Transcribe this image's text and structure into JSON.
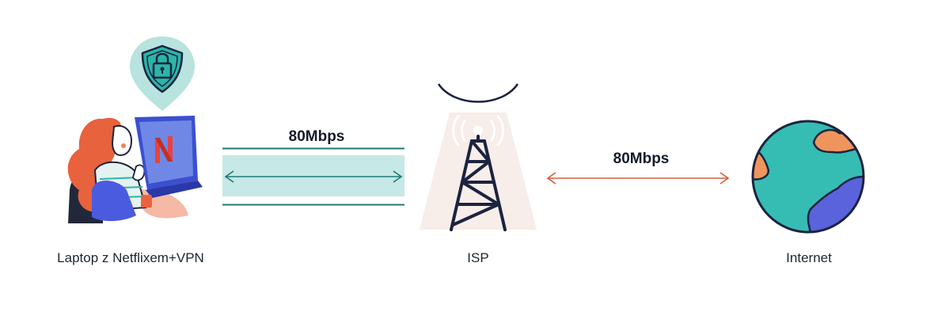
{
  "diagram": {
    "nodes": {
      "laptop": {
        "label": "Laptop z Netflixem+VPN",
        "icons": [
          "person-icon",
          "laptop-icon",
          "netflix-logo",
          "lock-shield-icon"
        ]
      },
      "isp": {
        "label": "ISP",
        "icons": [
          "cell-tower-icon",
          "signal-waves-icon"
        ]
      },
      "internet": {
        "label": "Internet",
        "icons": [
          "globe-icon"
        ]
      }
    },
    "links": {
      "laptop_isp": {
        "speed": "80Mbps",
        "style": "vpn-tunnel",
        "color": "#1f7a72",
        "band_color": "#c6e8e6"
      },
      "isp_internet": {
        "speed": "80Mbps",
        "style": "direct",
        "color": "#d0603f"
      }
    },
    "colors": {
      "hair": "#e8623e",
      "laptop_screen": "#6f88e6",
      "laptop_frame": "#3b4fd0",
      "shield": "#2bb5a8",
      "pin": "#b8e3df",
      "globe_ocean": "#35bdb3",
      "globe_land_orange": "#f0945d",
      "globe_land_blue": "#5a63dc",
      "tower": "#1c2340",
      "tower_bg": "#f7ede9"
    }
  }
}
